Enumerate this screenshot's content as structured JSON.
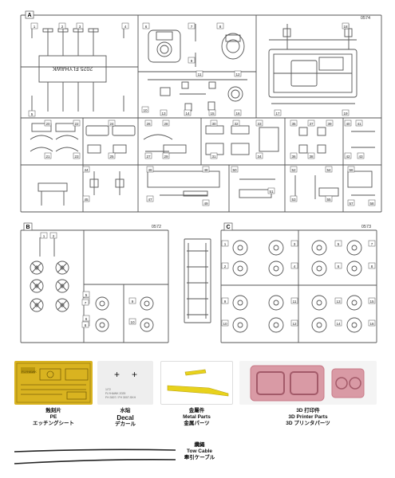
{
  "sprues": {
    "a": {
      "letter": "A",
      "code": "0574",
      "text": "2025 FLYHAWK"
    },
    "b": {
      "letter": "B",
      "code": "0572"
    },
    "c": {
      "letter": "C",
      "code": "0573"
    }
  },
  "part_numbers": {
    "a": [
      "1",
      "2",
      "3",
      "4",
      "5",
      "6",
      "7",
      "8",
      "9",
      "10",
      "11",
      "12",
      "13",
      "14",
      "15",
      "16",
      "17",
      "18",
      "19",
      "20",
      "21",
      "22",
      "23",
      "24",
      "25",
      "26",
      "27",
      "28",
      "29",
      "30",
      "31",
      "32",
      "33",
      "34",
      "35",
      "36",
      "37",
      "38",
      "39",
      "40",
      "41",
      "42",
      "43",
      "44",
      "45",
      "46",
      "47",
      "48",
      "49",
      "50",
      "51",
      "52",
      "53",
      "54",
      "55",
      "56",
      "57",
      "58"
    ],
    "b": [
      "1",
      "2",
      "3",
      "4",
      "5",
      "6",
      "7",
      "8",
      "9",
      "10"
    ],
    "c": [
      "1",
      "2",
      "3",
      "4",
      "5",
      "6",
      "7",
      "8",
      "9",
      "10",
      "11",
      "12",
      "13",
      "14",
      "15",
      "16"
    ]
  },
  "extras": {
    "pe": {
      "cn": "蝕刻片",
      "en": "PE",
      "jp": "エッチングシート",
      "brand": "FLYHAWK"
    },
    "decal": {
      "cn": "水貼",
      "en": "Decal",
      "jp": "デカール",
      "plus1": "+",
      "plus2": "+",
      "text1": "1/72",
      "text2": "FLYHAWK 2025",
      "text3": "FH 3007 / FH 3007-SKH"
    },
    "metal": {
      "cn": "金屬件",
      "en": "Metal Parts",
      "jp": "金属パーツ"
    },
    "printer": {
      "cn": "3D 打印件",
      "en": "3D Printer Parts",
      "jp": "3D プリンタパーツ"
    },
    "cable": {
      "cn": "纜繩",
      "en": "Tow Cable",
      "jp": "牽引ケーブル"
    }
  },
  "colors": {
    "line": "#555555",
    "gold": "#d9b320",
    "yellow": "#e8d21c",
    "resin": "#c97a88",
    "decal_bg": "#eeeeee"
  }
}
